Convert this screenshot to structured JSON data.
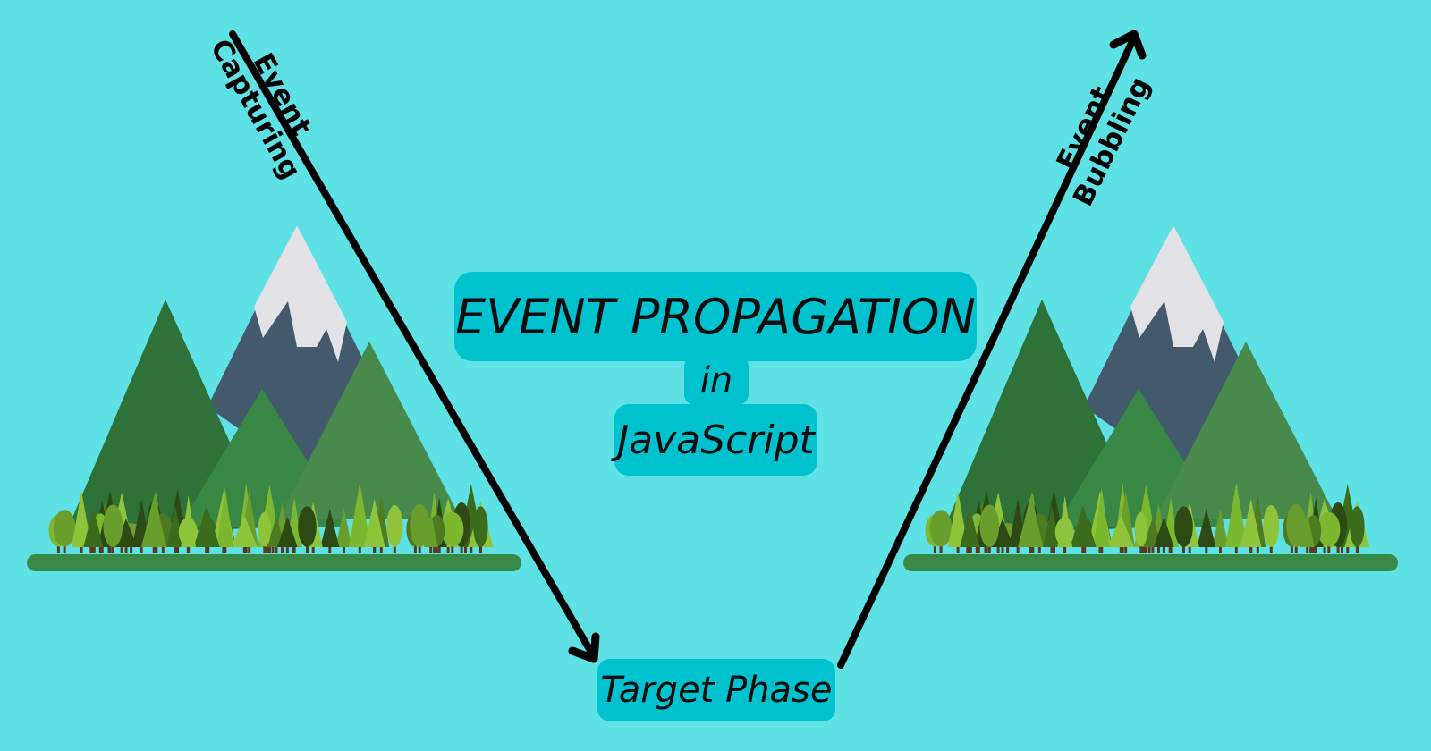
{
  "title": {
    "main": "EVENT PROPAGATION",
    "connector": "in",
    "language": "JavaScript"
  },
  "phases": {
    "capturing": {
      "line1": "Event",
      "line2": "Capturing"
    },
    "target": "Target Phase",
    "bubbling": {
      "line1": "Event",
      "line2": "Bubbling"
    }
  },
  "colors": {
    "background": "#5ee1e5",
    "pill": "#00c2cf",
    "arrow": "#000000",
    "mountain_dark": "#2e7239",
    "mountain_mid": "#388745",
    "mountain_light": "#488a4c",
    "mountain_rock": "#425a6b",
    "snow": "#e2e2e6",
    "ground": "#3a8a47"
  },
  "icons": {
    "left_scene": "mountain-forest-icon",
    "right_scene": "mountain-forest-icon"
  }
}
